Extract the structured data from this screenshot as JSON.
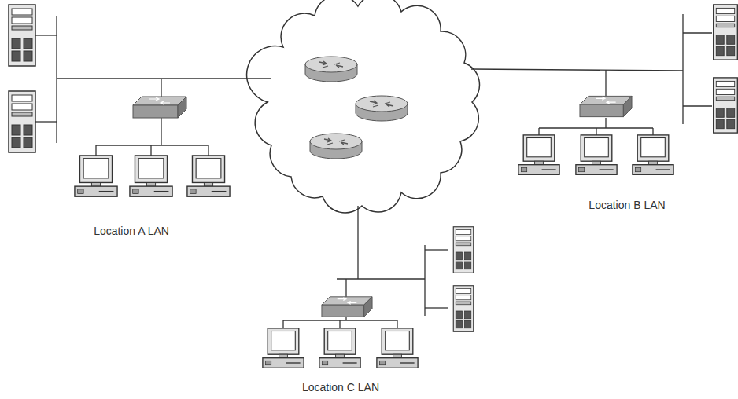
{
  "diagram": {
    "labels": [
      "Location A LAN",
      "Location B LAN",
      "Location C LAN"
    ]
  }
}
